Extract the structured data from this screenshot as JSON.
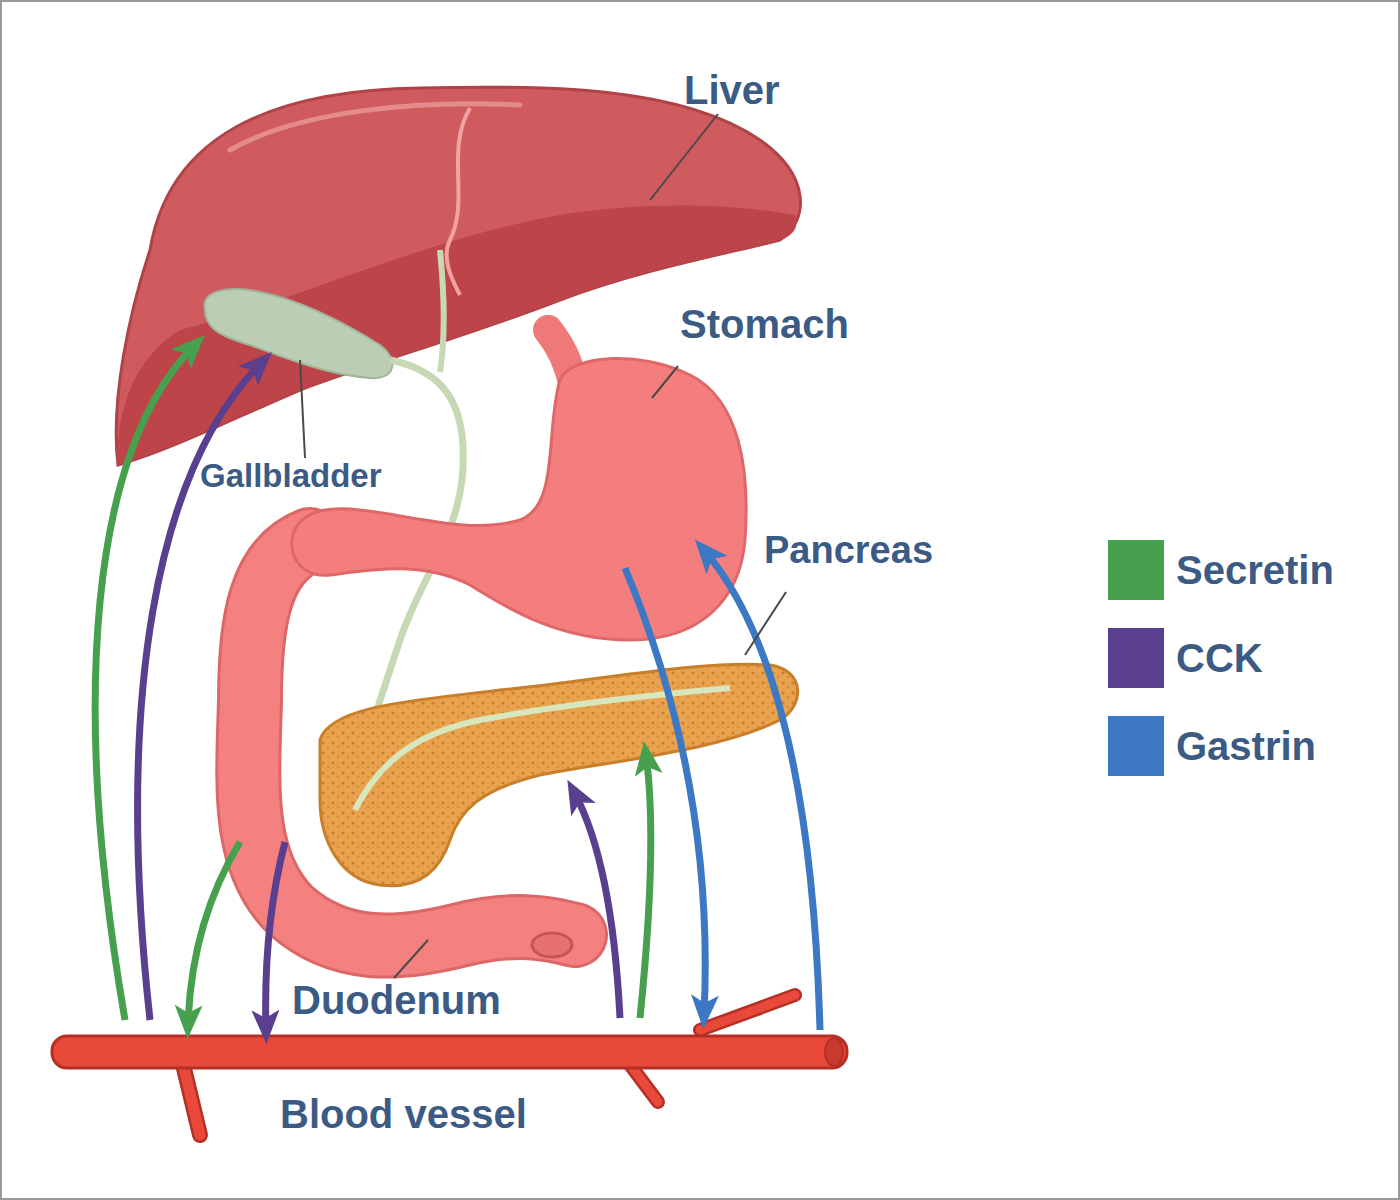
{
  "diagram": {
    "labels": [
      "Liver",
      "Stomach",
      "Gallbladder",
      "Pancreas",
      "Duodenum",
      "Blood vessel"
    ],
    "legend": [
      {
        "text": "Secretin",
        "color": "#46a04e"
      },
      {
        "text": "CCK",
        "color": "#5a3f8e"
      },
      {
        "text": "Gastrin",
        "color": "#3d78c4"
      }
    ]
  }
}
